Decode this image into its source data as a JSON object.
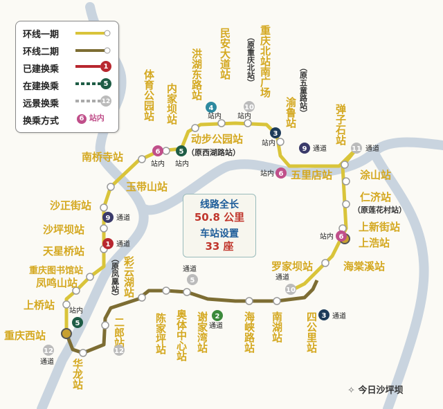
{
  "legend": {
    "line1": "环线一期",
    "line2": "环线二期",
    "built": "已建换乘",
    "building": "在建换乘",
    "future": "远景换乘",
    "mode": "换乘方式",
    "mode_badge": "站内",
    "built_num": "1",
    "building_num": "5",
    "future_num": "12",
    "mode_num": "6"
  },
  "info": {
    "length_label": "线路全长",
    "length_value": "50.8 公里",
    "stations_label": "车站设置",
    "stations_value": "33 座"
  },
  "colors": {
    "line1": "#d9c43a",
    "line2": "#7d6d33",
    "river": "#c9d4df",
    "station_label": "#d4a820",
    "station_label_dark": "#8a7420"
  },
  "stations": {
    "nanqiaosi": "南桥寺站",
    "tiyugongyuan": "体育公园站",
    "neijiaba": "内家坝站",
    "honghudonglu": "洪湖东路站",
    "minandadao": "民安大道站",
    "chongqingbei": "重庆北站南广场",
    "chongqingbei_note": "（原重庆北站）",
    "yulu": "渝鲁站",
    "yulu_note": "（原五童路站）",
    "danzishi": "弹子石站",
    "dongbu": "动步公园站",
    "dongbu_note": "（原西湖路站）",
    "wulidian": "五里店站",
    "tushan": "涂山站",
    "renji": "仁济站",
    "renji_note": "（原莲花村站）",
    "shangxinjie": "上新街站",
    "shanghao": "上浩站",
    "yudaishan": "玉带山站",
    "shazhengjie": "沙正街站",
    "shapingba": "沙坪坝站",
    "tianxingqiao": "天星桥站",
    "tushuguan": "重庆图书馆站",
    "fengmingshan": "凤鸣山站",
    "caiyunhu": "彩云湖站",
    "caiyunhu_note": "（原凤凰站）",
    "shangqiao": "上桥站",
    "luojiaba": "罗家坝站",
    "haitangxi": "海棠溪站",
    "chongqingxi": "重庆西站",
    "erlang": "二郎站",
    "chenjiaping": "陈家坪站",
    "aotizhongxin": "奥体中心站",
    "xiejiawan": "谢家湾站",
    "haixialu": "海峡路站",
    "nanhu": "南湖站",
    "sigongli": "四公里站",
    "hualong": "华龙站"
  },
  "transfers": {
    "zhannei": "站内",
    "tongdao": "通道"
  },
  "badges": {
    "b6_neijiaba": "6",
    "b5_neijiaba": "5",
    "b4_honghu": "4",
    "b10_north": "10",
    "b3_north": "3",
    "b9_wuli": "9",
    "b6_wuli": "6",
    "b11": "11",
    "b6_shanghao": "6",
    "b9_shapingba": "9",
    "b1_shapingba": "1",
    "b5_west": "5",
    "b12_west": "12",
    "b12_erlang": "12",
    "b5_mid": "5",
    "b2": "2",
    "b10_south": "10",
    "b3_south": "3"
  },
  "brand": "今日沙坪坝"
}
